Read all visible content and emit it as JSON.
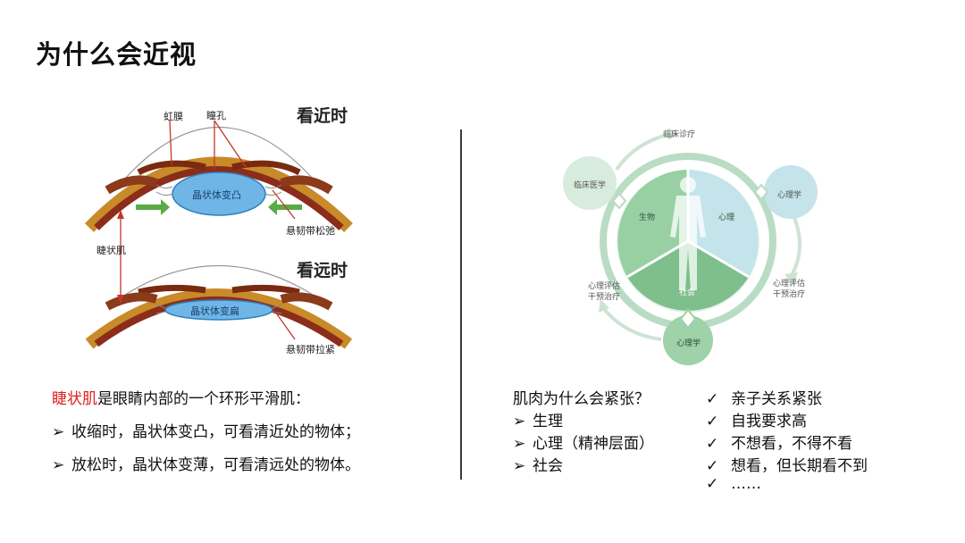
{
  "title": "为什么会近视",
  "eye_diagram": {
    "near_title": "看近时",
    "far_title": "看远时",
    "iris": "虹膜",
    "pupil": "瞳孔",
    "lens_near": "晶状体变凸",
    "lens_far": "晶状体变扁",
    "zonule_relaxed": "悬韧带松弛",
    "zonule_tight": "悬韧带拉紧",
    "ciliary_muscle": "睫状肌"
  },
  "left_text": {
    "term": "睫状肌",
    "sentence": "是眼睛内部的一个环形平滑肌：",
    "bullets": [
      "收缩时，晶状体变凸，可看清近处的物体；",
      "放松时，晶状体变薄，可看清远处的物体。"
    ]
  },
  "model_diagram": {
    "top": "临床诊疗",
    "left_circle": "临床医学",
    "right_circle": "心理学",
    "bottom_circle": "心理学",
    "bio": "生物",
    "psy": "心理",
    "soc": "社会",
    "right_arrow_text": [
      "心理评估",
      "干预治疗"
    ],
    "left_arrow_text": [
      "心理评估",
      "干预治疗"
    ]
  },
  "right_text": {
    "question": "肌肉为什么会紧张？",
    "bullets": [
      "生理",
      "心理（精神层面）",
      "社会"
    ],
    "checks": [
      "亲子关系紧张",
      "自我要求高",
      "不想看，不得不看",
      "想看，但长期看不到",
      "……"
    ]
  },
  "icons": {
    "bullet": "arrow-bullet-icon",
    "check": "check-icon"
  }
}
